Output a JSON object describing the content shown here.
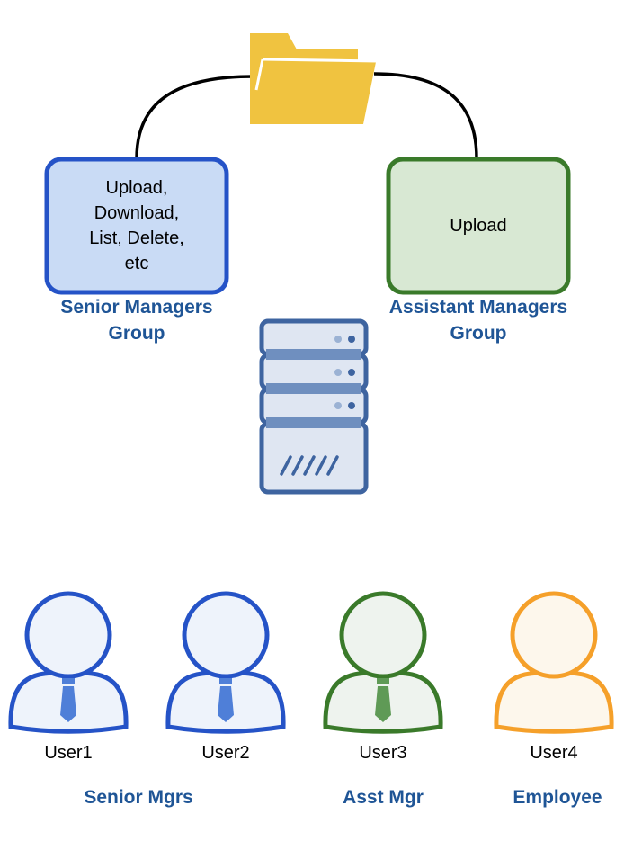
{
  "folder": {
    "icon": "folder-icon",
    "color": "#f0c340"
  },
  "server": {
    "icon": "server-icon",
    "fill": "#dfe6f2",
    "stroke": "#3e64a0",
    "led_light": "#9bb2d4",
    "led_dark": "#3e64a0"
  },
  "groups": [
    {
      "id": "senior-managers",
      "permissions": "Upload,\nDownload,\nList, Delete,\netc",
      "label": "Senior Managers\nGroup",
      "fill": "#c9dbf5",
      "stroke": "#2553c7"
    },
    {
      "id": "assistant-managers",
      "permissions": "Upload",
      "label": "Assistant Managers\nGroup",
      "fill": "#d8e8d3",
      "stroke": "#3a7a2a"
    }
  ],
  "users": [
    {
      "name": "User1",
      "icon": "user-with-tie-icon",
      "stroke": "#2553c7",
      "fill": "#eef3fb",
      "tie": "#4f7fd8"
    },
    {
      "name": "User2",
      "icon": "user-with-tie-icon",
      "stroke": "#2553c7",
      "fill": "#eef3fb",
      "tie": "#4f7fd8"
    },
    {
      "name": "User3",
      "icon": "user-with-tie-icon",
      "stroke": "#3a7a2a",
      "fill": "#eef3ee",
      "tie": "#5f9a56"
    },
    {
      "name": "User4",
      "icon": "user-icon",
      "stroke": "#f5a02a",
      "fill": "#fdf7ec",
      "tie": null
    }
  ],
  "roles": [
    {
      "label": "Senior Mgrs"
    },
    {
      "label": "Asst Mgr"
    },
    {
      "label": "Employee"
    }
  ],
  "colors": {
    "label_blue": "#1f5596",
    "connector": "#000000"
  }
}
